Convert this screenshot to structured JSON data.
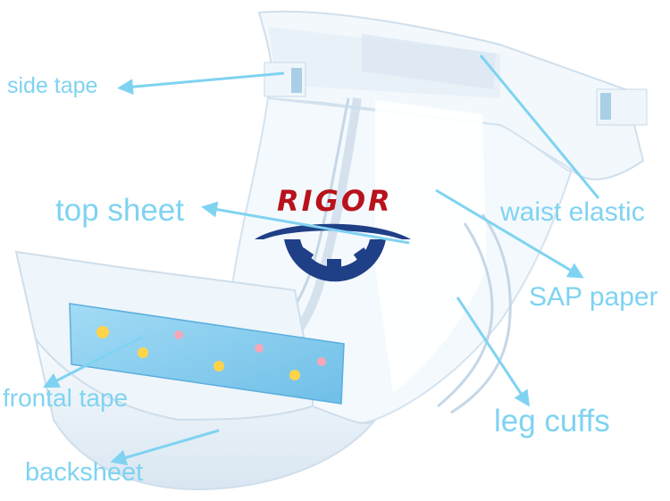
{
  "brand": {
    "name": "RIGOR",
    "colors": {
      "text": "#b8121c",
      "emblem": "#1f3f86"
    }
  },
  "labels": {
    "side_tape": "side tape",
    "top_sheet": "top sheet",
    "waist_elastic": "waist elastic",
    "sap_paper": "SAP paper",
    "leg_cuffs": "leg cuffs",
    "frontal_tape": "frontal tape",
    "backsheet": "backsheet"
  },
  "colors": {
    "label": "#7fd3f1",
    "arrow": "#7fd3f1",
    "diaper_light": "#eef5fb",
    "diaper_shade": "#d3e2ef",
    "frontal_tape": "#8ccdf0"
  },
  "icons": [
    "diaper-illustration",
    "gear-emblem-icon",
    "arrow-pointer-icon"
  ]
}
